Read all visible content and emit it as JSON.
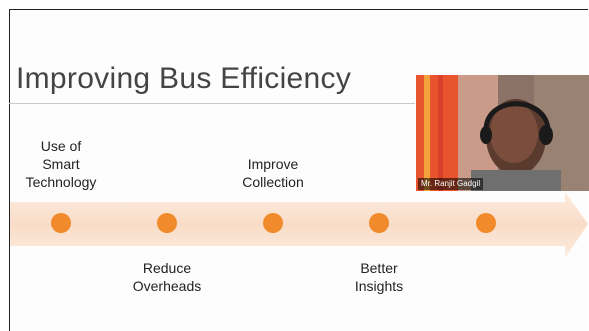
{
  "slide": {
    "title": "Improving Bus Efficiency",
    "steps": [
      {
        "label": "Use of\nSmart\nTechnology"
      },
      {
        "label": "Reduce\nOverheads"
      },
      {
        "label": "Improve\nCollection"
      },
      {
        "label": "Better\nInsights"
      },
      {
        "label": ""
      }
    ]
  },
  "video": {
    "participant_name": "Mr. Ranjit Gadgil"
  },
  "colors": {
    "accent": "#f08a2a",
    "arrow": "#fbe3d2",
    "title": "#444444"
  }
}
